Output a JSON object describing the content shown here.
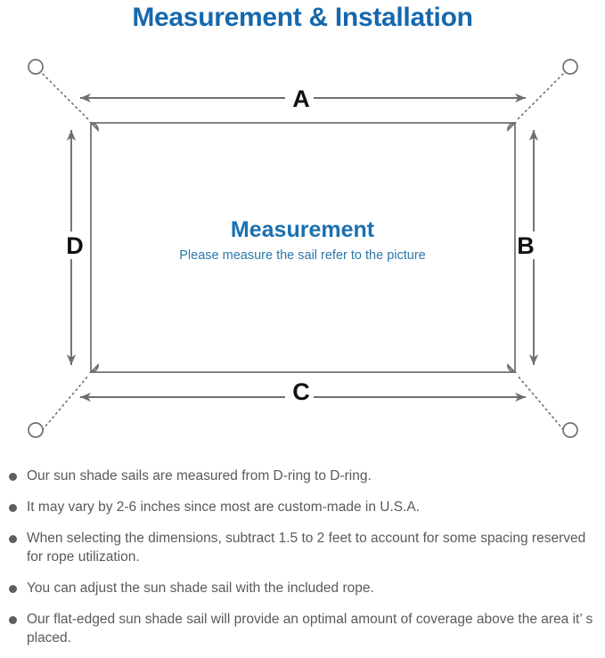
{
  "page": {
    "title": "Measurement & Installation",
    "title_color": "#1668ad",
    "background": "#ffffff"
  },
  "diagram": {
    "name": "sun-shade-sail-measurement-diagram",
    "sail": {
      "heading": "Measurement",
      "heading_color": "#1a70b0",
      "subtitle": "Please measure the sail refer to the picture",
      "subtitle_color": "#2d78a8",
      "stroke_color": "#6e6e6e"
    },
    "dimension_labels": [
      {
        "id": "A",
        "label": "A",
        "edge": "top",
        "orientation": "horizontal"
      },
      {
        "id": "B",
        "label": "B",
        "edge": "right",
        "orientation": "vertical"
      },
      {
        "id": "C",
        "label": "C",
        "edge": "bottom",
        "orientation": "horizontal"
      },
      {
        "id": "D",
        "label": "D",
        "edge": "left",
        "orientation": "vertical"
      }
    ],
    "anchors": [
      {
        "id": "top-left",
        "corner": "top-left"
      },
      {
        "id": "top-right",
        "corner": "top-right"
      },
      {
        "id": "bottom-left",
        "corner": "bottom-left"
      },
      {
        "id": "bottom-right",
        "corner": "bottom-right"
      }
    ],
    "d_rings": [
      {
        "id": "d-ring-top-left"
      },
      {
        "id": "d-ring-top-right"
      },
      {
        "id": "d-ring-bottom-left"
      },
      {
        "id": "d-ring-bottom-right"
      }
    ],
    "line_color": "#6e6e6e",
    "rope_style": "dotted"
  },
  "notes": {
    "bullet_color": "#5e5e5e",
    "text_color": "#5a5a5a",
    "items": [
      "Our sun shade sails are measured from D-ring to D-ring.",
      "It may vary by 2-6 inches since most are custom-made in U.S.A.",
      "When selecting the dimensions, subtract 1.5 to 2 feet to account for some spacing reserved for rope utilization.",
      "You can adjust the sun shade sail with the included rope.",
      "Our flat-edged sun shade sail will provide an optimal amount of coverage above the area it’ s placed."
    ]
  }
}
